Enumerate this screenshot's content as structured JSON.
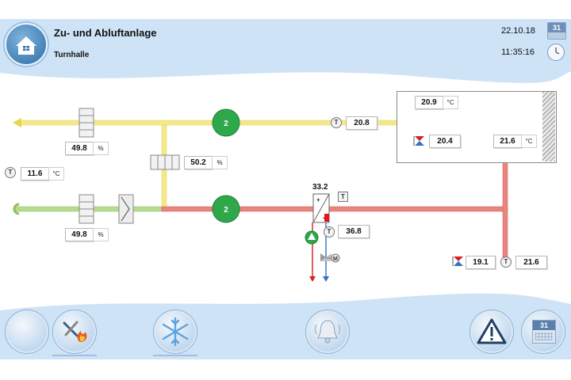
{
  "header": {
    "title": "Zu- und Abluftanlage",
    "subtitle": "Turnhalle",
    "date": "22.10.18",
    "time": "11:35:16",
    "calendar_day": "31"
  },
  "readings": {
    "exhaust_damper_pos": "49.8",
    "exhaust_damper_unit": "%",
    "mix_damper_pos": "50.2",
    "mix_damper_unit": "%",
    "outdoor_temp": "11.6",
    "outdoor_temp_unit": "°C",
    "supply_damper_pos": "49.8",
    "supply_damper_unit": "%",
    "exhaust_fan_speed": "2",
    "supply_fan_speed": "2",
    "extract_temp": "20.8",
    "room_temp": "20.9",
    "room_temp_unit": "°C",
    "room_setpoint": "20.4",
    "room_supply_temp": "21.6",
    "room_supply_temp_unit": "°C",
    "heater_valve_pos": "33.2",
    "heater_return_temp": "36.8",
    "supply_setpoint": "19.1",
    "supply_temp": "21.6"
  },
  "icons": {
    "temp_symbol": "T",
    "motor_symbol": "M",
    "heater_plus": "+",
    "heater_minus": "-"
  },
  "footer": {
    "calendar_day": "31"
  },
  "colors": {
    "exhaust_air": "#f3e98a",
    "supply_air": "#e9857e",
    "outdoor_air": "#b6dc8e",
    "fan": "#2ea84b",
    "heating_flow": "#d42020",
    "heating_return": "#2f72c3"
  }
}
